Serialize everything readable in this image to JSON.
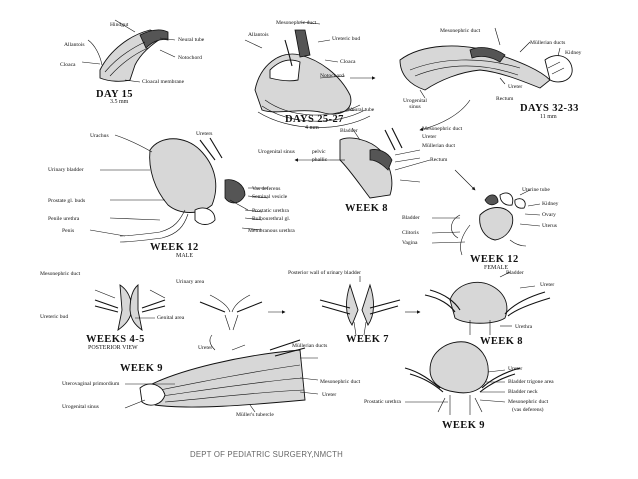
{
  "panels": {
    "day15": {
      "title": "DAY 15",
      "size": "3.5 mm",
      "labels": {
        "hindgut": "Hindgut",
        "allantois": "Allantois",
        "neural_tube": "Neural tube",
        "notochord": "Notochord",
        "cloaca": "Cloaca",
        "cloacal_membrane": "Cloacal membrane"
      }
    },
    "days25": {
      "title": "DAYS 25-27",
      "size": "4 mm",
      "labels": {
        "mesonephric_duct": "Mesonephric duct",
        "allantois": "Allantois",
        "ureteric_bud": "Ureteric bud",
        "cloaca": "Cloaca",
        "notochord": "Notochord",
        "neural_tube": "Neural tube"
      }
    },
    "days32": {
      "title": "DAYS 32-33",
      "size": "11 mm",
      "labels": {
        "mesonephric_duct": "Mesonephric duct",
        "mullerian_ducts": "Müllerian ducts",
        "kidney": "Kidney",
        "urogenital_sinus": "Urogenital sinus",
        "ureter": "Ureter",
        "rectum": "Rectum"
      }
    },
    "week8": {
      "title": "WEEK 8",
      "labels": {
        "bladder": "Bladder",
        "mesonephric_duct": "Mesonephric duct",
        "ureter": "Ureter",
        "mullerian_duct": "Müllerian duct",
        "urogenital_sinus": "Urogenital sinus",
        "pelvic": "pelvic",
        "phallic": "phallic",
        "rectum": "Rectum"
      }
    },
    "week12m": {
      "title": "WEEK 12",
      "subtitle": "MALE",
      "labels": {
        "urachus": "Urachus",
        "ureters": "Ureters",
        "urinary_bladder": "Urinary bladder",
        "vas_deferens": "Vas deferens",
        "seminal_vesicle": "Seminal vesicle",
        "prostate_buds": "Prostate gl. buds",
        "prostatic_urethra": "Prostatic urethra",
        "bulbourethral": "Bulbourethral gl.",
        "penile_urethra": "Penile urethra",
        "penis": "Penis",
        "membranous_urethra": "Membranous urethra"
      }
    },
    "week12f": {
      "title": "WEEK 12",
      "subtitle": "FEMALE",
      "labels": {
        "uterine_tube": "Uterine tube",
        "kidney": "Kidney",
        "ovary": "Ovary",
        "uterus": "Uterus",
        "bladder": "Bladder",
        "clitoris": "Clitoris",
        "vagina": "Vagina"
      }
    },
    "weeks45": {
      "title": "WEEKS 4-5",
      "subtitle": "POSTERIOR VIEW",
      "labels": {
        "mesonephric_duct": "Mesonephric duct",
        "urinary_area": "Urinary area",
        "ureteric_bud": "Ureteric bud",
        "genital_area": "Genital area"
      }
    },
    "week7": {
      "title": "WEEK 7",
      "labels": {
        "posterior_wall": "Posterior wall of urinary bladder"
      }
    },
    "week8b": {
      "title": "WEEK 8",
      "labels": {
        "bladder": "Bladder",
        "ureter": "Ureter",
        "urethra": "Urethra"
      }
    },
    "week9a": {
      "title": "WEEK 9",
      "labels": {
        "ureter": "Ureter",
        "mullerian_ducts": "Müllerian ducts",
        "uterovaginal": "Uterovaginal primordium",
        "mesonephric_duct": "Mesonephric duct",
        "urogenital_sinus": "Urogenital sinus",
        "ureter2": "Ureter",
        "mullers_tubercle": "Müller's tubercle"
      }
    },
    "week9b": {
      "title": "WEEK 9",
      "labels": {
        "ureter": "Ureter",
        "bladder_trigone": "Bladder trigone area",
        "bladder_neck": "Bladder neck",
        "prostatic_urethra": "Prostatic urethra",
        "mesonephric_duct": "Mesonephric duct",
        "vas_deferens": "(vas deferens)"
      }
    }
  },
  "footer": "DEPT OF PEDIATRIC SURGERY,NMCTH"
}
